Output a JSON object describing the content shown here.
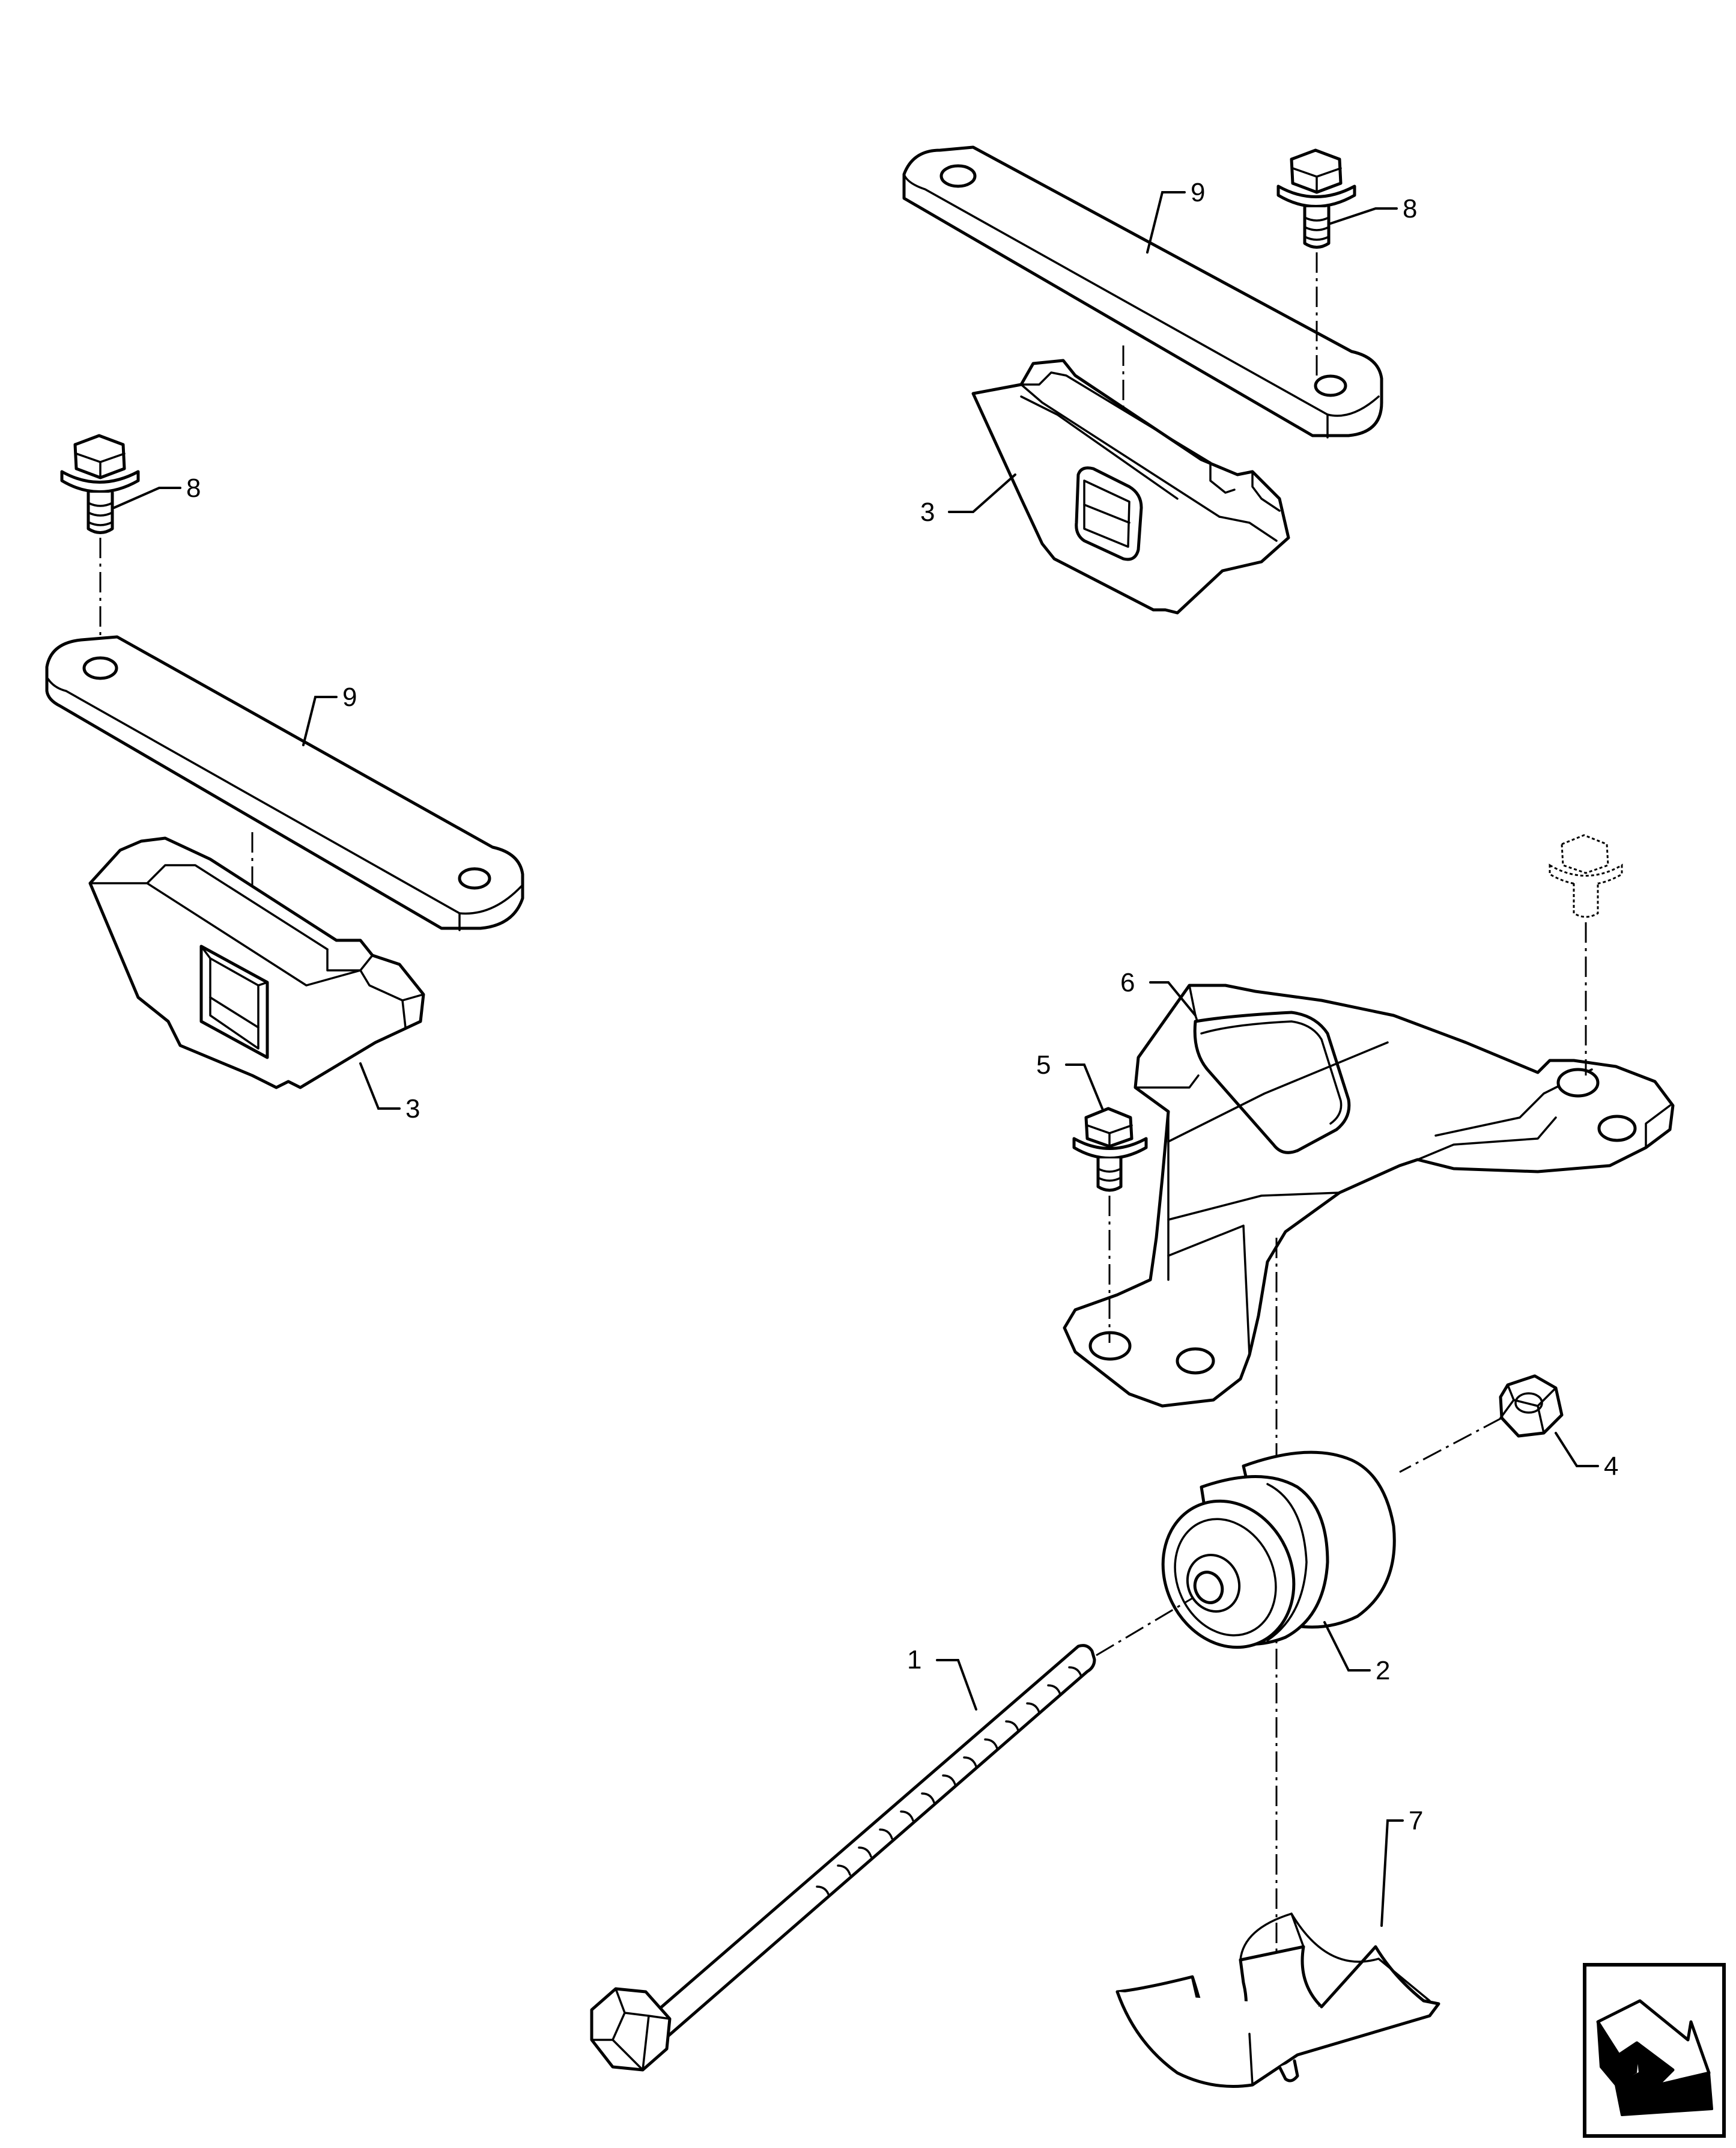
{
  "diagram": {
    "callouts": [
      {
        "id": "c1",
        "text": "1"
      },
      {
        "id": "c2",
        "text": "2"
      },
      {
        "id": "c3a",
        "text": "3"
      },
      {
        "id": "c3b",
        "text": "3"
      },
      {
        "id": "c4",
        "text": "4"
      },
      {
        "id": "c5",
        "text": "5"
      },
      {
        "id": "c6",
        "text": "6"
      },
      {
        "id": "c7",
        "text": "7"
      },
      {
        "id": "c8a",
        "text": "8"
      },
      {
        "id": "c8b",
        "text": "8"
      },
      {
        "id": "c9a",
        "text": "9"
      },
      {
        "id": "c9b",
        "text": "9"
      }
    ],
    "nav_icon": "next-page-arrow-icon"
  }
}
